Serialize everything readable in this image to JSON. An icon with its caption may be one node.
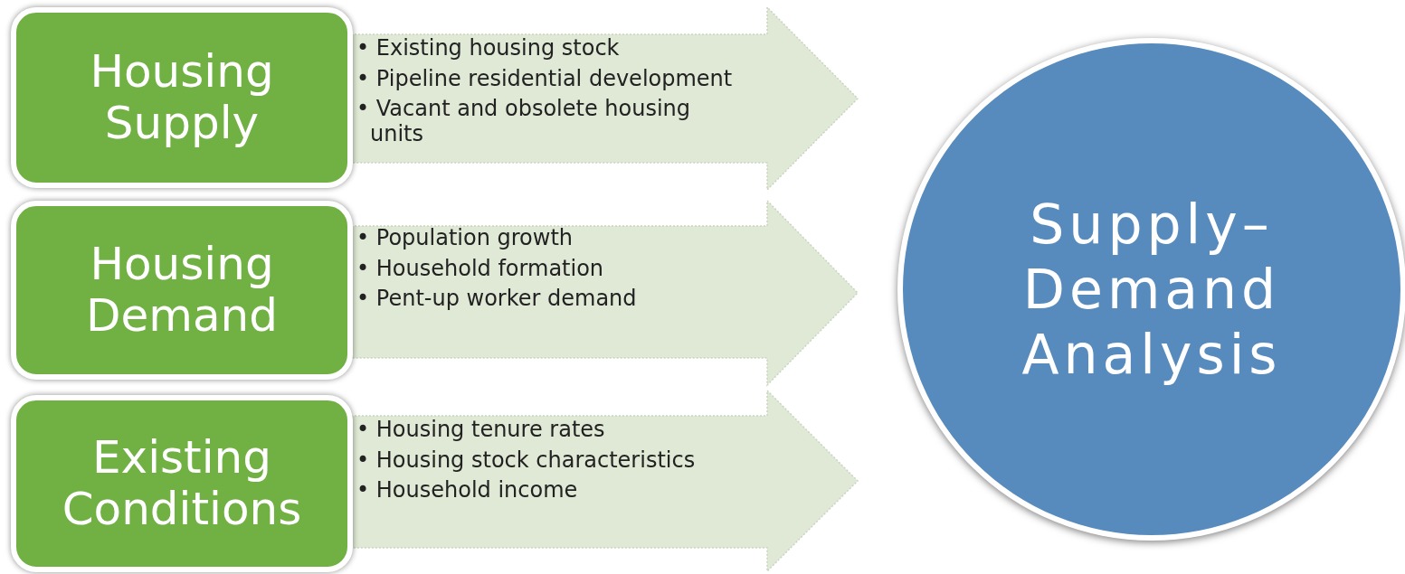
{
  "diagram": {
    "nodes": [
      {
        "text": [
          "Housing Supply"
        ]
      },
      {
        "text": [
          "• Existing housing stock",
          "• Pipeline residential development",
          "• Vacant and obsolete housing units"
        ]
      },
      {
        "text": [
          "Housing Demand"
        ]
      },
      {
        "text": [
          "• Population growth",
          "• Household formation",
          "• Pent-up worker demand"
        ]
      },
      {
        "text": [
          "Existing Conditions"
        ]
      },
      {
        "text": [
          "• Housing tenure rates",
          "• Housing stock characteristics",
          "• Household income"
        ]
      },
      {
        "text": [
          "Supply– Demand Analysis"
        ]
      }
    ]
  }
}
